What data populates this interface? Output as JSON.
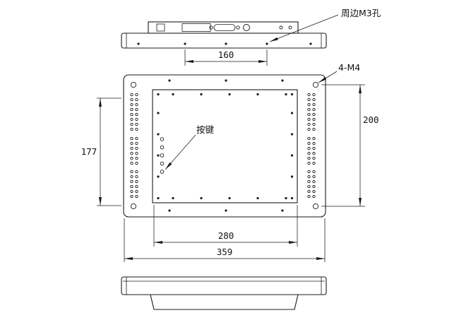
{
  "drawing": {
    "annotations": {
      "m3_holes_label": "周边M3孔",
      "m4_holes_label": "4-M4",
      "buttons_label": "按键"
    },
    "dimensions": {
      "top_hole_spacing": "160",
      "vent_height": "177",
      "mount_hole_vertical_spacing": "200",
      "screen_width": "280",
      "overall_width": "359"
    },
    "colors": {
      "line": "#1b1b1b",
      "background": "#ffffff"
    }
  }
}
